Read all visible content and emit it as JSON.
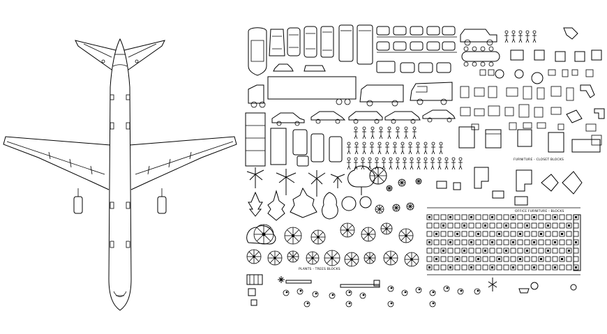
{
  "drawing": {
    "captions": {
      "plants": "PLANTS - TREES BLOCKS",
      "furniture": "FURNITURE - CLOSET BLOCKS",
      "office": "OFFICE FURNITURE - BLOCKS"
    }
  }
}
